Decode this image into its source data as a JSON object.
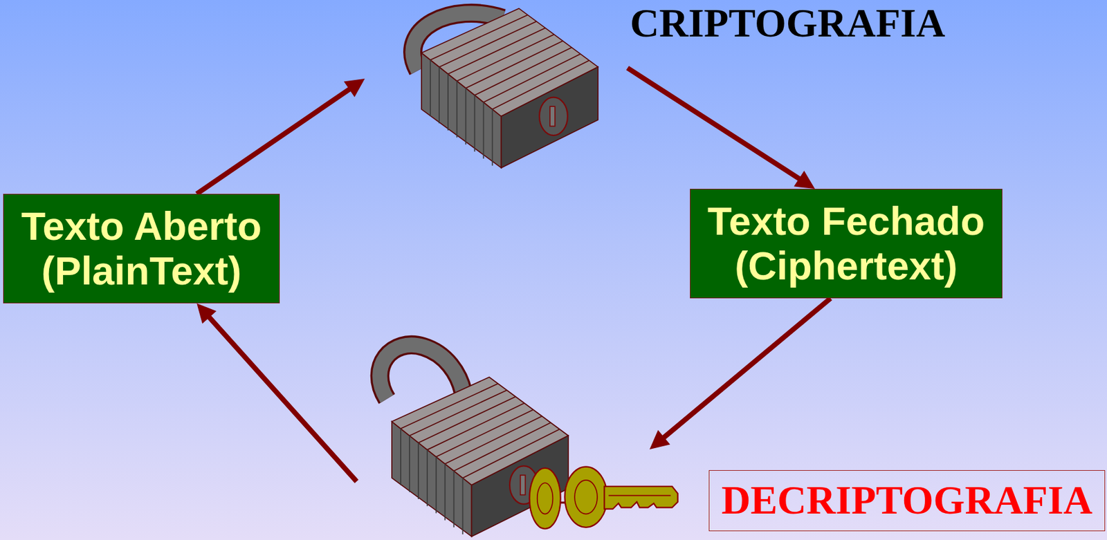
{
  "diagram": {
    "nodes": [
      {
        "text": [
          "Texto Aberto (PlainText)"
        ]
      },
      {
        "text": [
          "Texto Fechado (Ciphertext)"
        ]
      },
      {
        "text": [
          "DECRIPTOGRAFIA"
        ]
      }
    ],
    "edges": [
      {
        "from": 0,
        "to": 1,
        "arrow": "to"
      },
      {
        "from": 1,
        "to": 0,
        "arrow": "to"
      }
    ],
    "labels": [
      "CRIPTOGRAFIA"
    ]
  }
}
